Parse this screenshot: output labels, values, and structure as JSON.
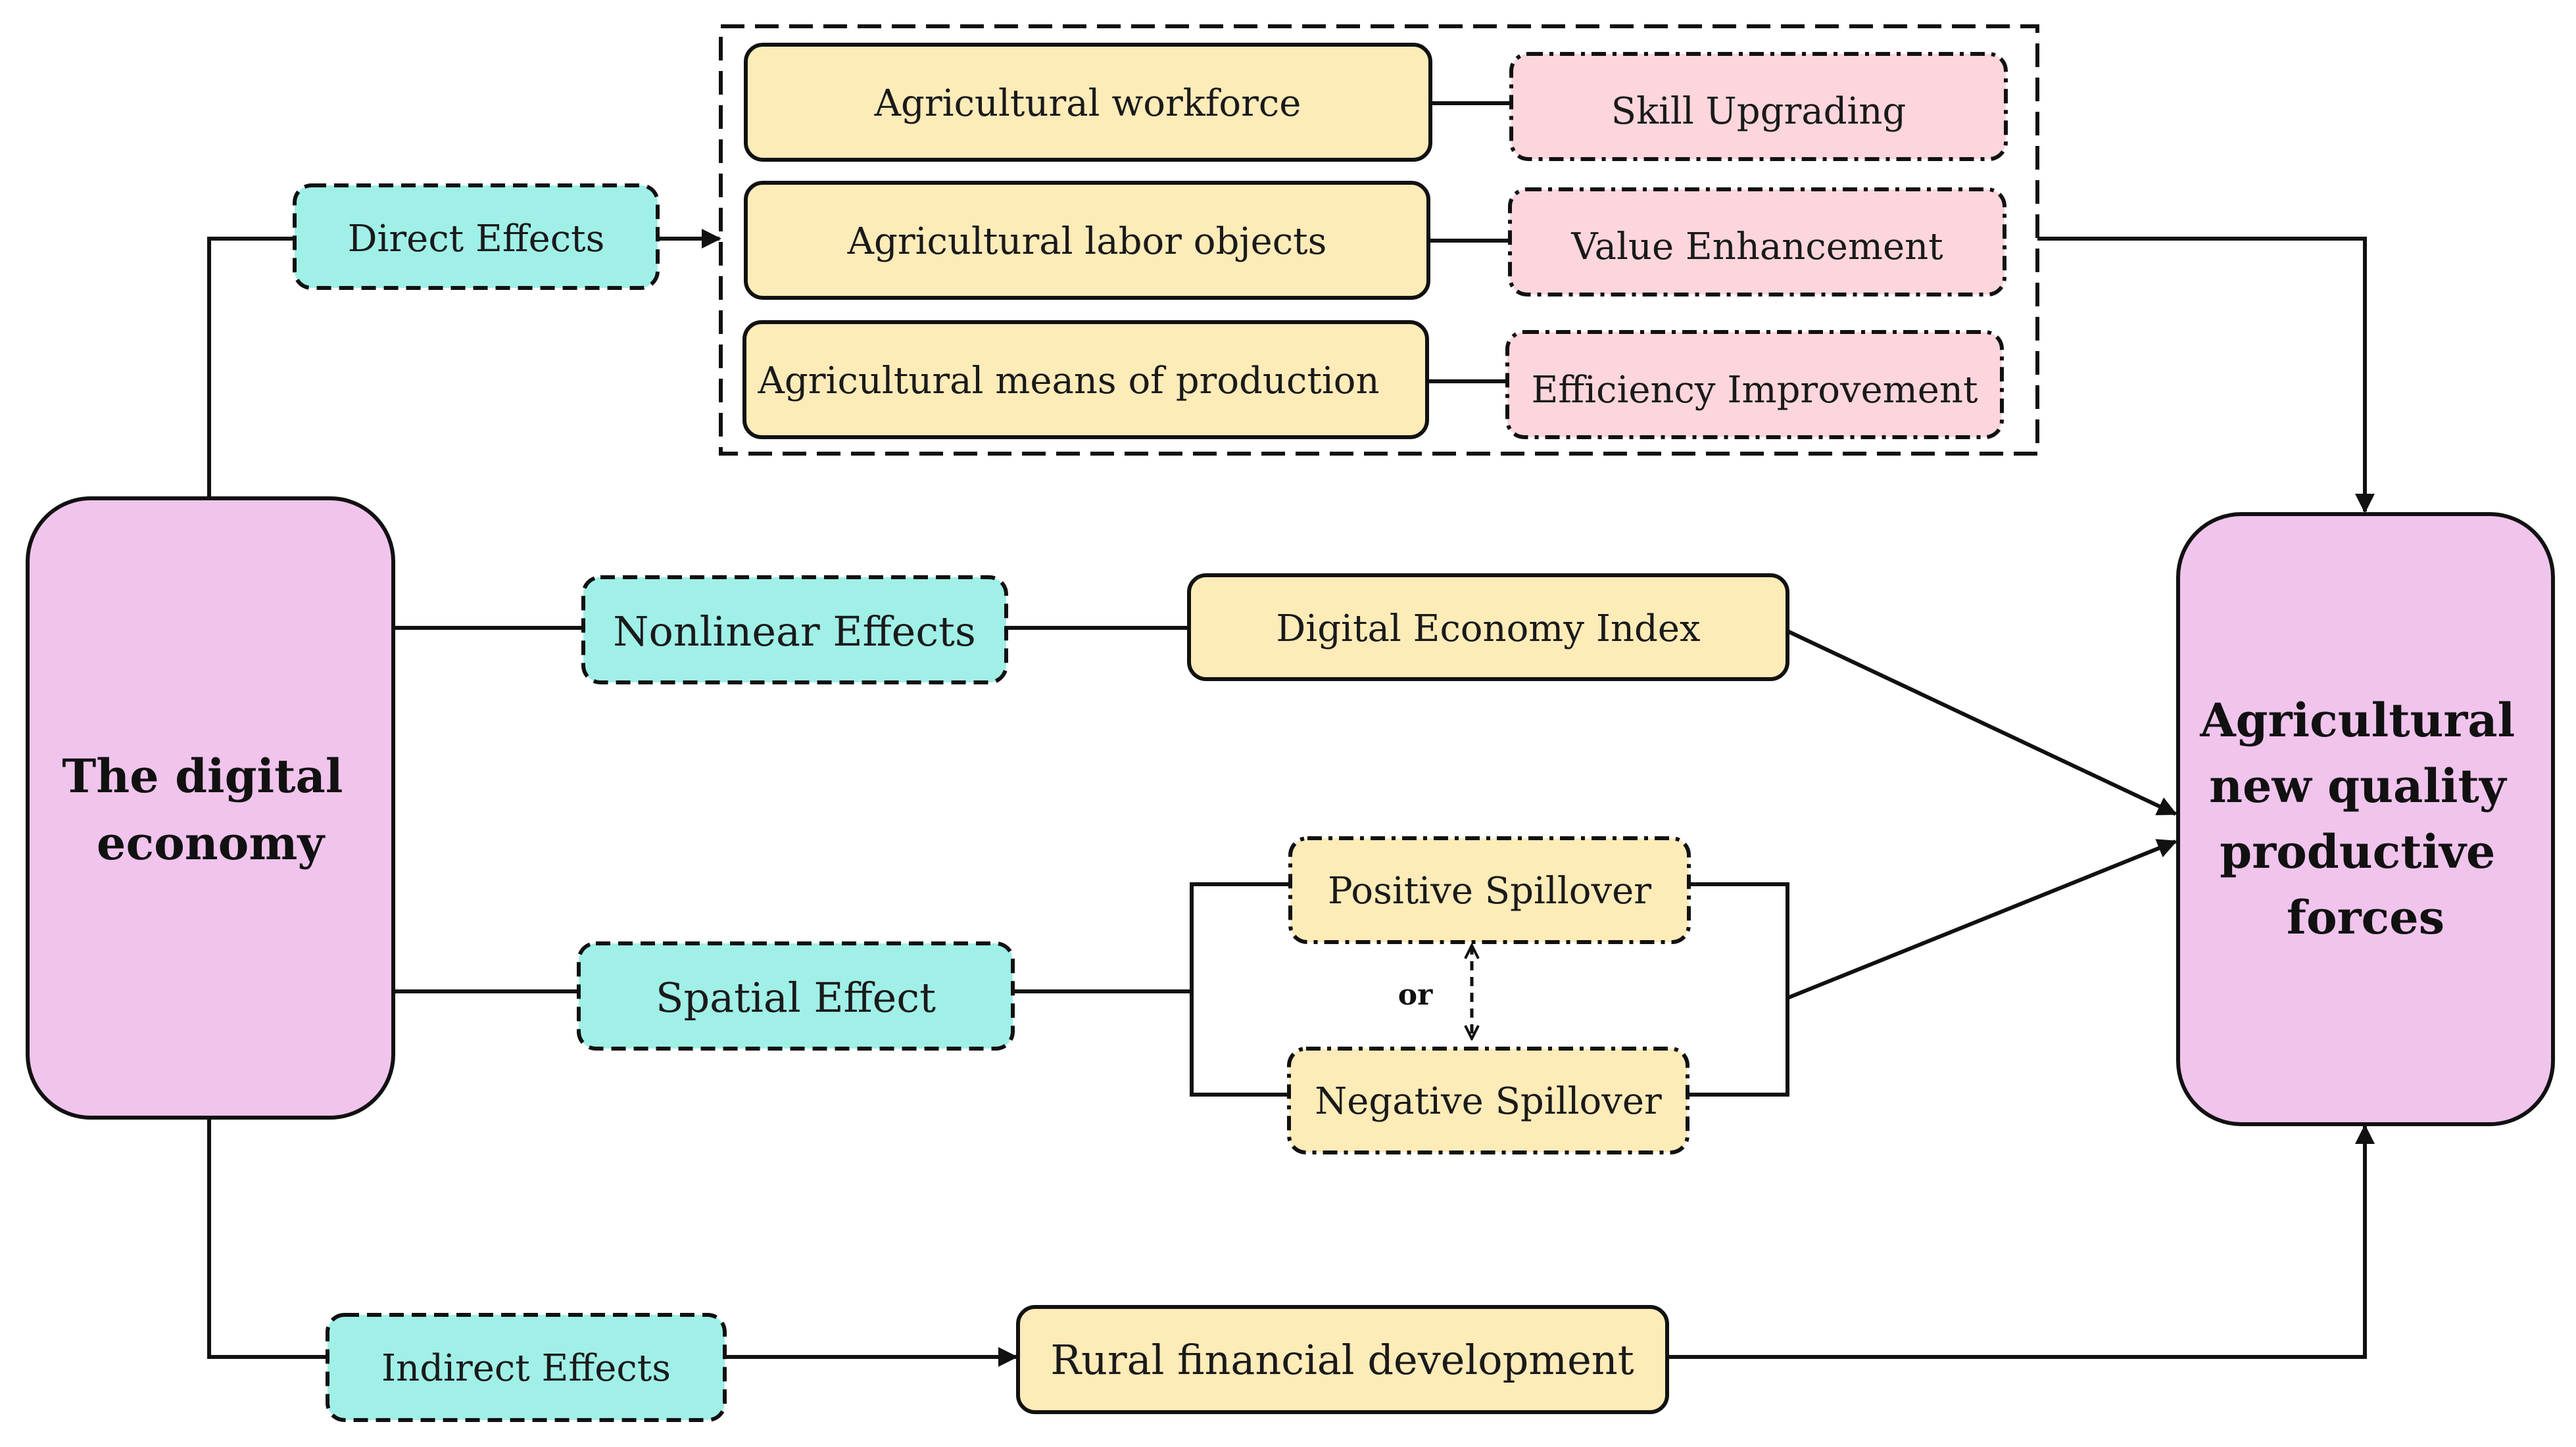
{
  "colors": {
    "main_node": "#f0c4ec",
    "effect_node": "#a0f0e8",
    "factor_node": "#fdebb8",
    "outcome_node": "#fcd6dc",
    "stroke": "#111111"
  },
  "nodes": {
    "digital_economy": [
      "The digital",
      "economy"
    ],
    "agri_forces": [
      "Agricultural",
      "new quality",
      "productive",
      "forces"
    ],
    "direct_effects": "Direct Effects",
    "nonlinear_effects": "Nonlinear Effects",
    "spatial_effect": "Spatial Effect",
    "indirect_effects": "Indirect Effects",
    "agri_workforce": "Agricultural workforce",
    "agri_labor_objects": "Agricultural labor objects",
    "agri_means": "Agricultural means of production",
    "skill_upgrading": "Skill Upgrading",
    "value_enhancement": "Value Enhancement",
    "efficiency_improvement": "Efficiency Improvement",
    "digital_economy_index": "Digital Economy Index",
    "positive_spillover": "Positive Spillover",
    "negative_spillover": "Negative Spillover",
    "rural_financial": "Rural financial development",
    "or_label": "or"
  }
}
